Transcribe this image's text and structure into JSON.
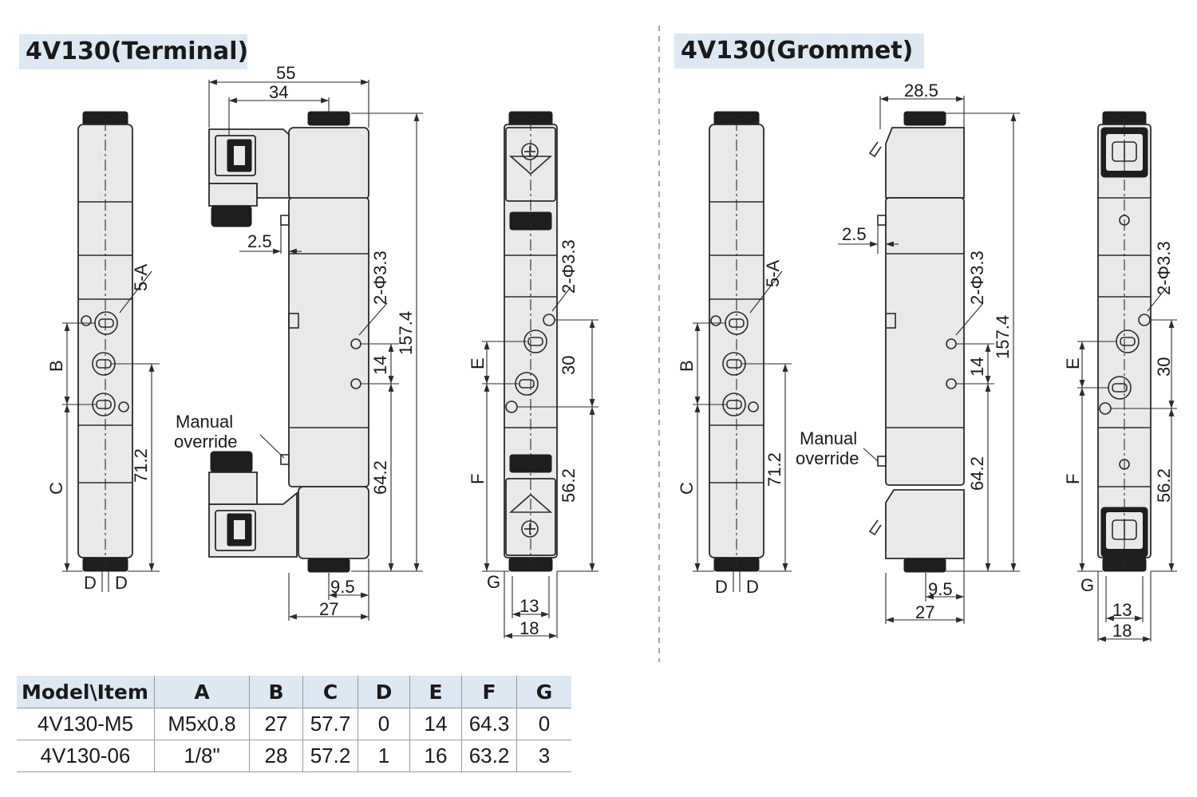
{
  "titles": {
    "terminal": "4V130(Terminal)",
    "grommet": "4V130(Grommet)"
  },
  "labels": {
    "port_count": "5-A",
    "B": "B",
    "C": "C",
    "D": "D",
    "E": "E",
    "F": "F",
    "G": "G",
    "mount_holes": "2-Φ3.3",
    "manual_override_1": "Manual",
    "manual_override_2": "override"
  },
  "dimensions": {
    "d55": "55",
    "d34": "34",
    "d28_5": "28.5",
    "d2_5": "2.5",
    "d157_4": "157.4",
    "d14": "14",
    "d64_2": "64.2",
    "d71_2": "71.2",
    "d30": "30",
    "d56_2": "56.2",
    "d9_5": "9.5",
    "d27": "27",
    "d13": "13",
    "d18": "18"
  },
  "table": {
    "headers": [
      "Model\\Item",
      "A",
      "B",
      "C",
      "D",
      "E",
      "F",
      "G"
    ],
    "rows": [
      [
        "4V130-M5",
        "M5x0.8",
        "27",
        "57.7",
        "0",
        "14",
        "64.3",
        "0"
      ],
      [
        "4V130-06",
        "1/8\"",
        "28",
        "57.2",
        "1",
        "16",
        "63.2",
        "3"
      ]
    ]
  },
  "colors": {
    "title_bg": "#dde8f3",
    "body_fill": "#e9e9e9",
    "line": "#2a2a2a"
  }
}
